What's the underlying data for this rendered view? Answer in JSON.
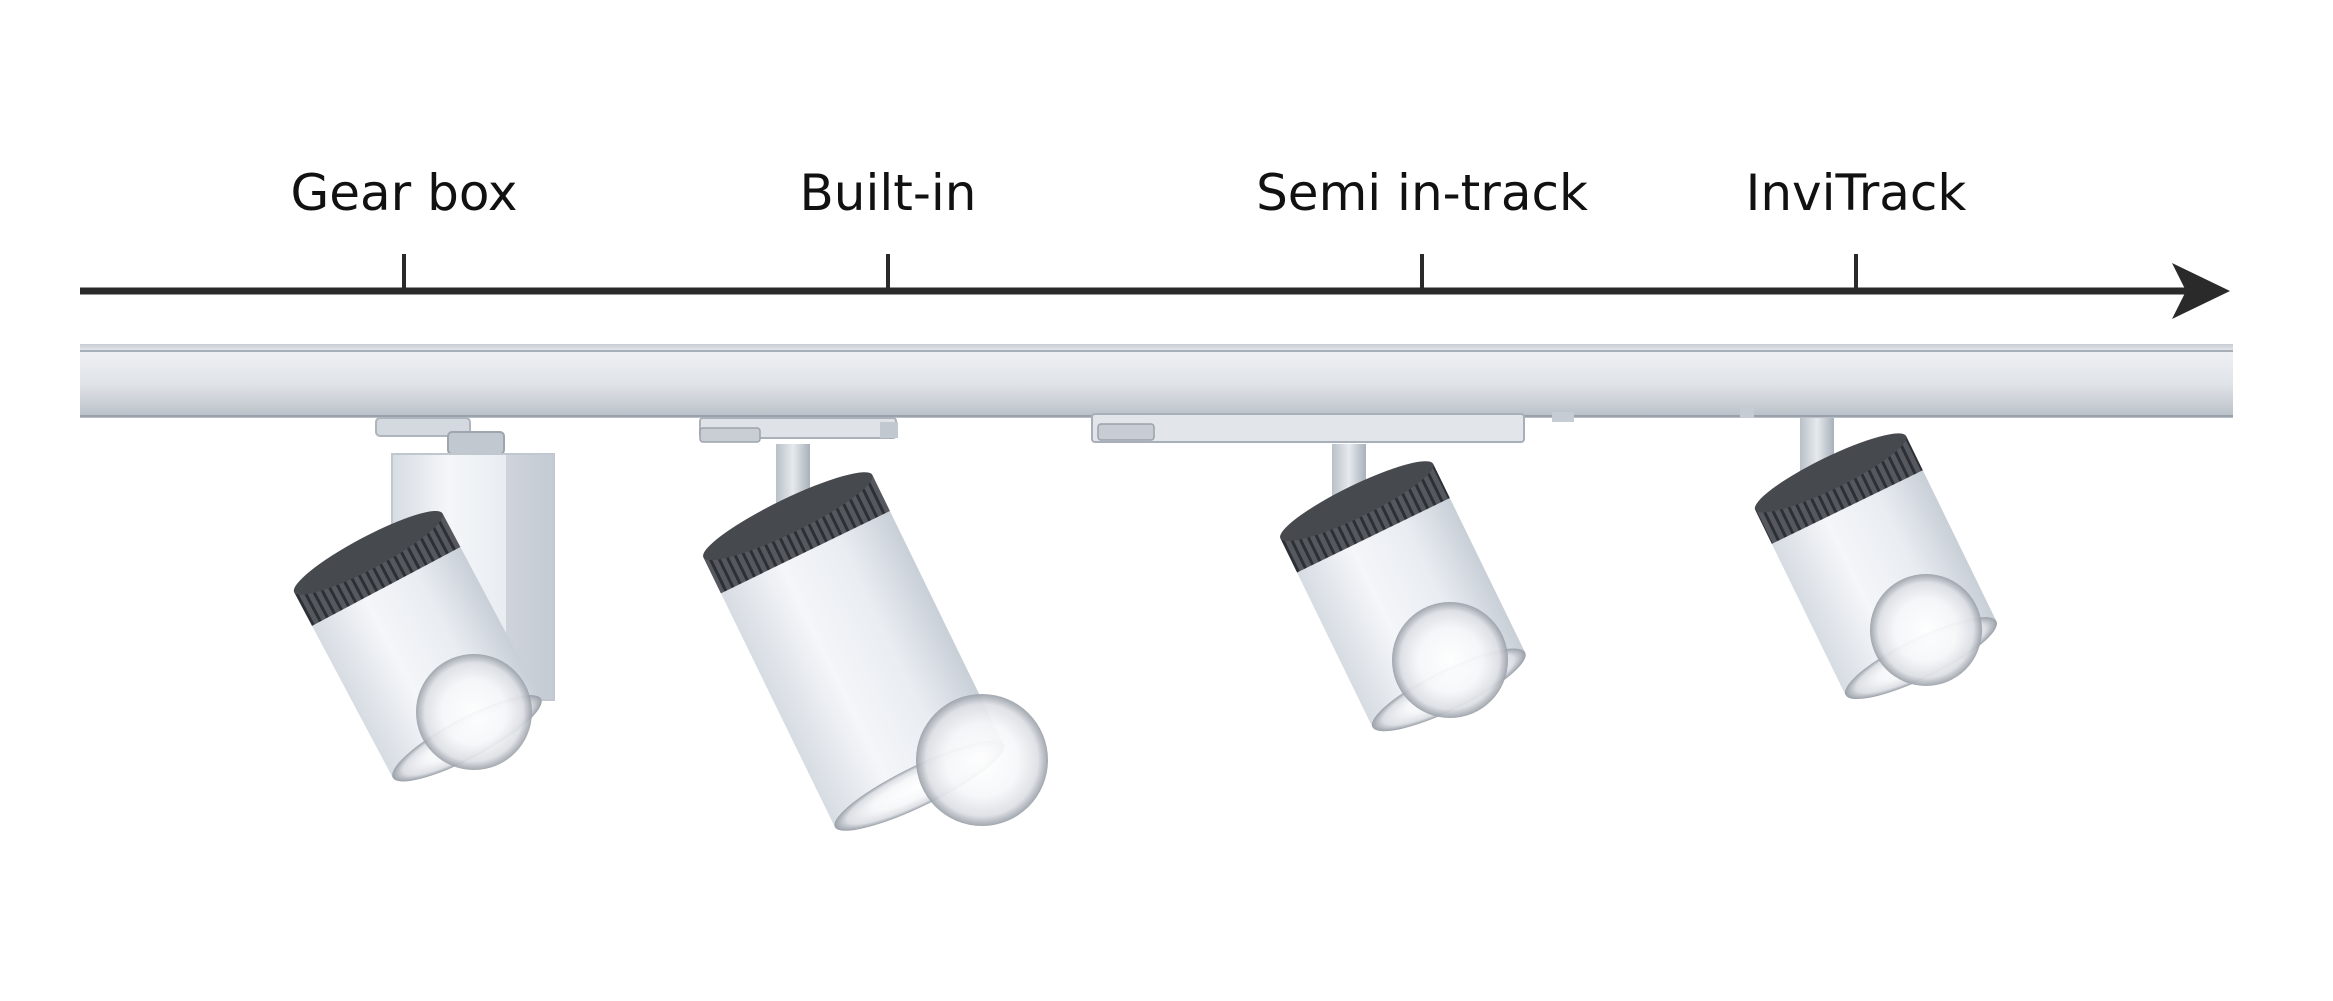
{
  "timeline": {
    "labels": [
      "Gear box",
      "Built-in",
      "Semi in-track",
      "InviTrack"
    ]
  },
  "colors": {
    "arrow": "#2a2a2a",
    "track": "#dde1e6",
    "fixture_body": "#eef1f5",
    "fin_dark": "#3c3f44",
    "lens_glow": "#ffffff"
  }
}
